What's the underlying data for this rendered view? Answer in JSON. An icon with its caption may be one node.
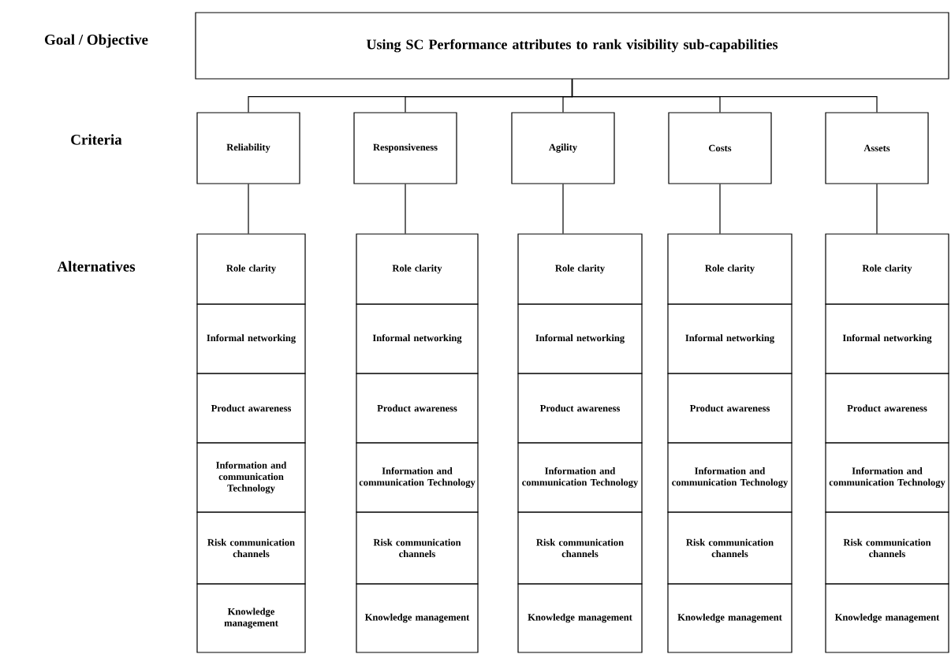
{
  "diagram": {
    "nodes": [
      {
        "text": [
          "Using SC Performance attributes to rank visibility sub-capabilities"
        ]
      },
      {
        "text": [
          "Reliability"
        ]
      },
      {
        "text": [
          "Responsiveness"
        ]
      },
      {
        "text": [
          "Agility"
        ]
      },
      {
        "text": [
          "Costs"
        ]
      },
      {
        "text": [
          "Assets"
        ]
      },
      {
        "text": [
          "Role clarity"
        ]
      },
      {
        "text": [
          "Informal networking"
        ]
      },
      {
        "text": [
          "Product awareness"
        ]
      },
      {
        "text": [
          "Information and communication Technology"
        ]
      },
      {
        "text": [
          "Risk communication channels"
        ]
      },
      {
        "text": [
          "Knowledge management"
        ]
      },
      {
        "text": [
          "Role clarity"
        ]
      },
      {
        "text": [
          "Informal networking"
        ]
      },
      {
        "text": [
          "Product awareness"
        ]
      },
      {
        "text": [
          "Information and communication Technology"
        ]
      },
      {
        "text": [
          "Risk communication channels"
        ]
      },
      {
        "text": [
          "Knowledge management"
        ]
      },
      {
        "text": [
          "Role clarity"
        ]
      },
      {
        "text": [
          "Informal networking"
        ]
      },
      {
        "text": [
          "Product awareness"
        ]
      },
      {
        "text": [
          "Information and communication Technology"
        ]
      },
      {
        "text": [
          "Risk communication channels"
        ]
      },
      {
        "text": [
          "Knowledge management"
        ]
      },
      {
        "text": [
          "Role clarity"
        ]
      },
      {
        "text": [
          "Informal networking"
        ]
      },
      {
        "text": [
          "Product awareness"
        ]
      },
      {
        "text": [
          "Information and communication Technology"
        ]
      },
      {
        "text": [
          "Risk communication channels"
        ]
      },
      {
        "text": [
          "Knowledge management"
        ]
      },
      {
        "text": [
          "Role clarity"
        ]
      },
      {
        "text": [
          "Informal networking"
        ]
      },
      {
        "text": [
          "Product awareness"
        ]
      },
      {
        "text": [
          "Information and communication Technology"
        ]
      },
      {
        "text": [
          "Risk communication channels"
        ]
      },
      {
        "text": [
          "Knowledge management"
        ]
      }
    ],
    "edges": [
      {
        "from": 0,
        "to": 1,
        "arrow": "none"
      },
      {
        "from": 0,
        "to": 2,
        "arrow": "none"
      },
      {
        "from": 0,
        "to": 3,
        "arrow": "none"
      },
      {
        "from": 0,
        "to": 4,
        "arrow": "none"
      },
      {
        "from": 0,
        "to": 5,
        "arrow": "none"
      },
      {
        "from": 1,
        "to": 6,
        "arrow": "none"
      },
      {
        "from": 2,
        "to": 12,
        "arrow": "none"
      },
      {
        "from": 3,
        "to": 18,
        "arrow": "none"
      },
      {
        "from": 4,
        "to": 24,
        "arrow": "none"
      },
      {
        "from": 5,
        "to": 30,
        "arrow": "none"
      }
    ],
    "labels": [
      "Goal / Objective",
      "Criteria",
      "Alternatives"
    ]
  }
}
